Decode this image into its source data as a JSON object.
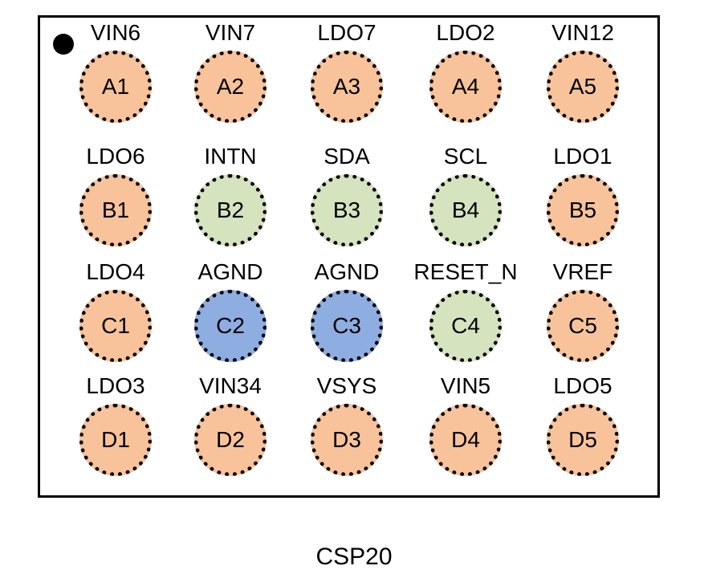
{
  "package_name": "CSP20",
  "colors": {
    "power": "#f8c39b",
    "digital": "#d5e3bf",
    "ground": "#8eaee2"
  },
  "rows": [
    {
      "balls": [
        {
          "id": "A1",
          "signal": "VIN6",
          "type": "power"
        },
        {
          "id": "A2",
          "signal": "VIN7",
          "type": "power"
        },
        {
          "id": "A3",
          "signal": "LDO7",
          "type": "power"
        },
        {
          "id": "A4",
          "signal": "LDO2",
          "type": "power"
        },
        {
          "id": "A5",
          "signal": "VIN12",
          "type": "power"
        }
      ]
    },
    {
      "balls": [
        {
          "id": "B1",
          "signal": "LDO6",
          "type": "power"
        },
        {
          "id": "B2",
          "signal": "INTN",
          "type": "digital"
        },
        {
          "id": "B3",
          "signal": "SDA",
          "type": "digital"
        },
        {
          "id": "B4",
          "signal": "SCL",
          "type": "digital"
        },
        {
          "id": "B5",
          "signal": "LDO1",
          "type": "power"
        }
      ]
    },
    {
      "balls": [
        {
          "id": "C1",
          "signal": "LDO4",
          "type": "power"
        },
        {
          "id": "C2",
          "signal": "AGND",
          "type": "ground"
        },
        {
          "id": "C3",
          "signal": "AGND",
          "type": "ground"
        },
        {
          "id": "C4",
          "signal": "RESET_N",
          "type": "digital"
        },
        {
          "id": "C5",
          "signal": "VREF",
          "type": "power"
        }
      ]
    },
    {
      "balls": [
        {
          "id": "D1",
          "signal": "LDO3",
          "type": "power"
        },
        {
          "id": "D2",
          "signal": "VIN34",
          "type": "power"
        },
        {
          "id": "D3",
          "signal": "VSYS",
          "type": "power"
        },
        {
          "id": "D4",
          "signal": "VIN5",
          "type": "power"
        },
        {
          "id": "D5",
          "signal": "LDO5",
          "type": "power"
        }
      ]
    }
  ]
}
